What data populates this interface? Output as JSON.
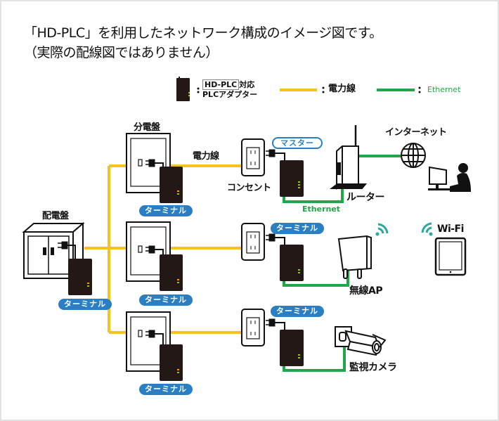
{
  "title": {
    "line1": "「HD-PLC」を利用したネットワーク構成のイメージ図です。",
    "line2": "（実際の配線図ではありません）"
  },
  "legend": {
    "adapter_prefix": "HD-PLC",
    "adapter_suffix": "対応",
    "adapter_line2": "PLCアダプター",
    "power_line_label": "電力線",
    "ethernet_label": "Ethernet",
    "colon": ":"
  },
  "colors": {
    "power_line": "#f7c21d",
    "ethernet": "#22a64a",
    "badge": "#2a7fc4",
    "adapter": "#231815"
  },
  "labels": {
    "main_panel": "配電盤",
    "sub_panel": "分電盤",
    "power_line": "電力線",
    "outlet": "コンセント",
    "router": "ルーター",
    "internet": "インターネット",
    "ethernet": "Ethernet",
    "wireless_ap": "無線AP",
    "wifi": "Wi-Fi",
    "camera": "監視カメラ"
  },
  "badges": {
    "master": "マスター",
    "terminal": "ターミナル"
  }
}
